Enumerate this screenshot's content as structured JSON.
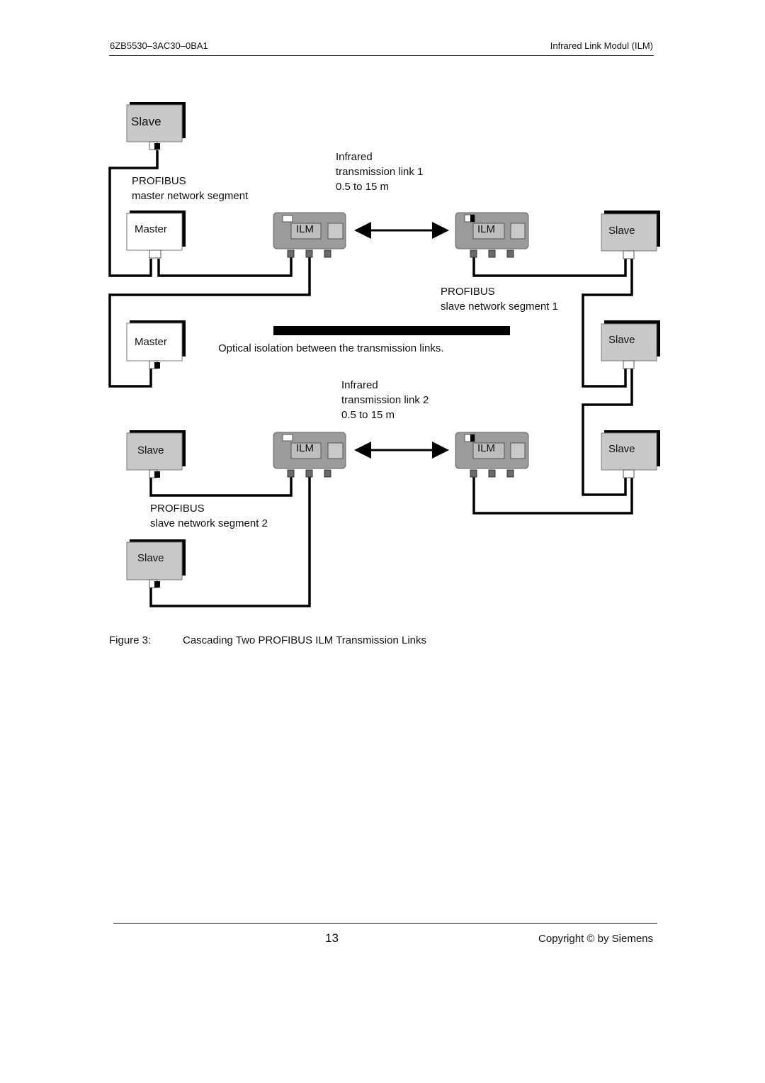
{
  "header": {
    "doc_id": "6ZB5530–3AC30–0BA1",
    "doc_title": "Infrared Link Modul (ILM)"
  },
  "diagram": {
    "device_labels": {
      "slave_top": "Slave",
      "master_1": "Master",
      "master_2": "Master",
      "slave_left_1": "Slave",
      "slave_left_2": "Slave",
      "slave_right_1": "Slave",
      "slave_right_2": "Slave",
      "slave_right_3": "Slave"
    },
    "ilm_labels": {
      "ilm_1": "ILM",
      "ilm_2": "ILM",
      "ilm_3": "ILM",
      "ilm_4": "ILM"
    },
    "master_segment": {
      "line1": "PROFIBUS",
      "line2": "master network segment"
    },
    "link_1": {
      "line1": "Infrared",
      "line2": "transmission link 1",
      "line3": "0.5 to 15 m"
    },
    "slave_segment_1": {
      "line1": "PROFIBUS",
      "line2": "slave network segment 1"
    },
    "isolation_note": "Optical isolation between the transmission links.",
    "link_2": {
      "line1": "Infrared",
      "line2": "transmission link 2",
      "line3": "0.5 to 15 m"
    },
    "slave_segment_2": {
      "line1": "PROFIBUS",
      "line2": "slave network segment 2"
    }
  },
  "caption": {
    "number": "Figure 3:",
    "text": "Cascading Two PROFIBUS ILM Transmission Links"
  },
  "footer": {
    "page_number": "13",
    "copyright": "Copyright © by Siemens"
  }
}
